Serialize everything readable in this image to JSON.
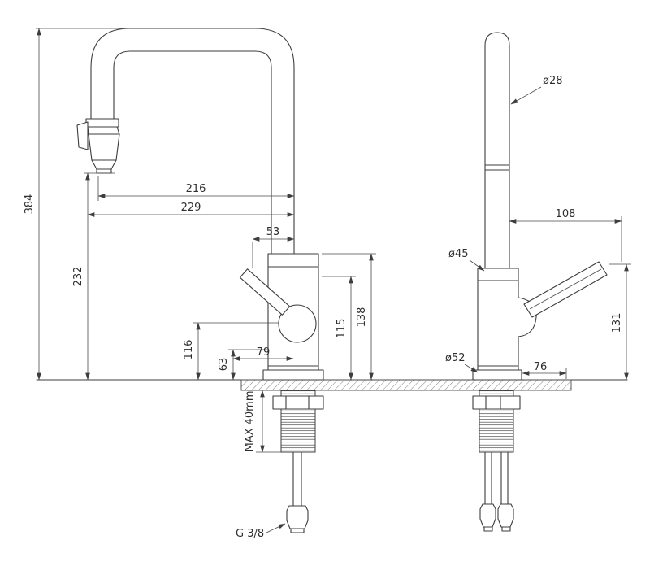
{
  "front_view": {
    "height_overall": "384",
    "height_outlet": "232",
    "reach_outlet": "216",
    "reach_outer": "229",
    "spout_offset": "53",
    "handle_pivot_height": "116",
    "dim_63": "63",
    "dim_79": "79",
    "body_height_115": "115",
    "body_height_138": "138",
    "mount_max": "MAX 40mm",
    "thread": "G 3/8"
  },
  "side_view": {
    "spout_diameter": "ø28",
    "body_diameter": "ø45",
    "base_diameter": "ø52",
    "handle_reach": "108",
    "handle_height": "131",
    "dim_76": "76"
  },
  "colors": {
    "line": "#3d3d3d",
    "dimension_line": "#4a4a4a",
    "background": "#ffffff"
  }
}
